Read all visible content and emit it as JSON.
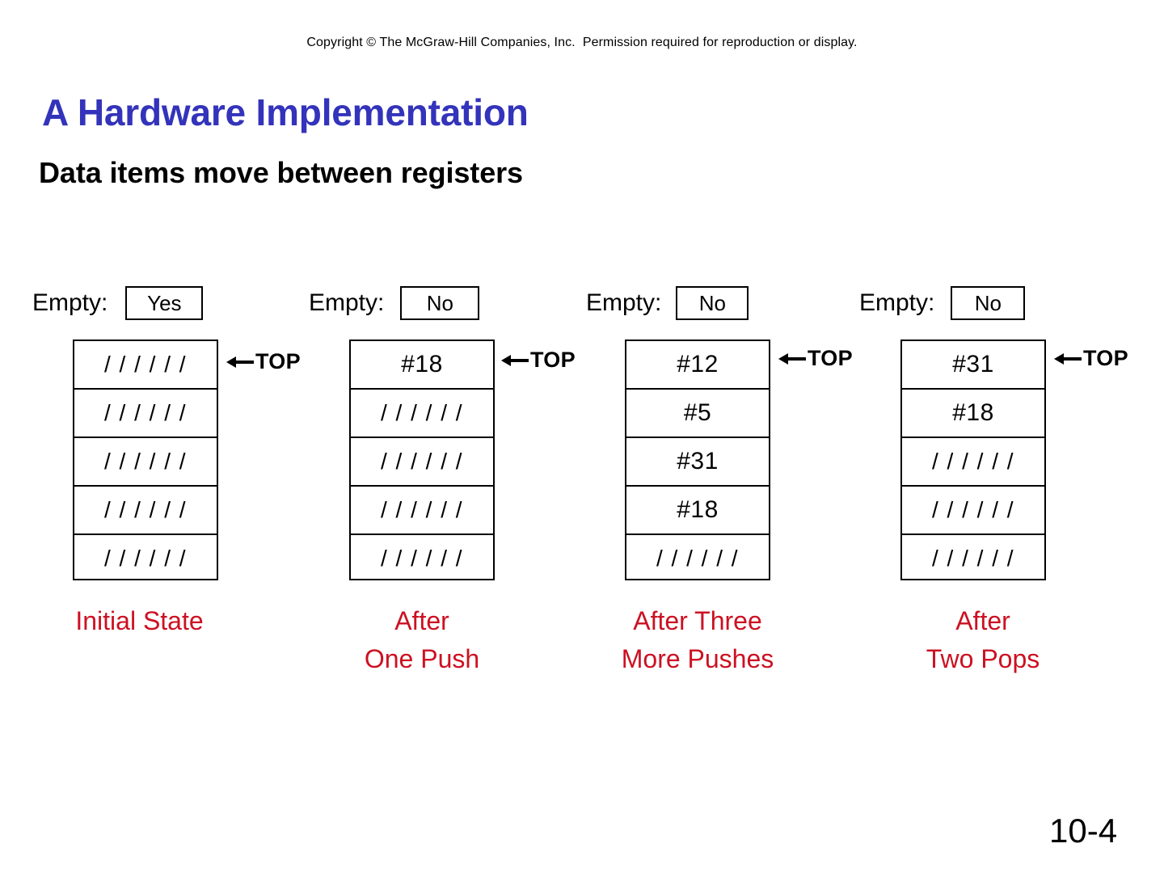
{
  "copyright": "Copyright © The McGraw-Hill Companies, Inc.  Permission required for reproduction or display.",
  "title": "A Hardware Implementation",
  "subtitle": "Data items move between registers",
  "page_number": "10-4",
  "colors": {
    "title": "#3333bb",
    "caption": "#cc1122",
    "text": "#000000",
    "border": "#000000",
    "background": "#ffffff"
  },
  "empty_label": "Empty:",
  "top_label": "TOP",
  "empty_cell": "/ / / / / /",
  "chart_data": {
    "type": "diagram",
    "title": "A Hardware Implementation",
    "subtitle": "Data items move between registers",
    "description": "Four stack register snapshots showing push and pop operations",
    "stack_depth": 5,
    "columns": [
      {
        "empty_label": "Empty:",
        "empty_value": "Yes",
        "top_label": "TOP",
        "cells": [
          "/ / / / / /",
          "/ / / / / /",
          "/ / / / / /",
          "/ / / / / /",
          "/ / / / / /"
        ],
        "caption": "Initial State"
      },
      {
        "empty_label": "Empty:",
        "empty_value": "No",
        "top_label": "TOP",
        "cells": [
          "#18",
          "/ / / / / /",
          "/ / / / / /",
          "/ / / / / /",
          "/ / / / / /"
        ],
        "caption": "After\nOne Push"
      },
      {
        "empty_label": "Empty:",
        "empty_value": "No",
        "top_label": "TOP",
        "cells": [
          "#12",
          "#5",
          "#31",
          "#18",
          "/ / / / / /"
        ],
        "caption": "After Three\nMore Pushes"
      },
      {
        "empty_label": "Empty:",
        "empty_value": "No",
        "top_label": "TOP",
        "cells": [
          "#31",
          "#18",
          "/ / / / / /",
          "/ / / / / /",
          "/ / / / / /"
        ],
        "caption": "After\nTwo Pops"
      }
    ]
  }
}
